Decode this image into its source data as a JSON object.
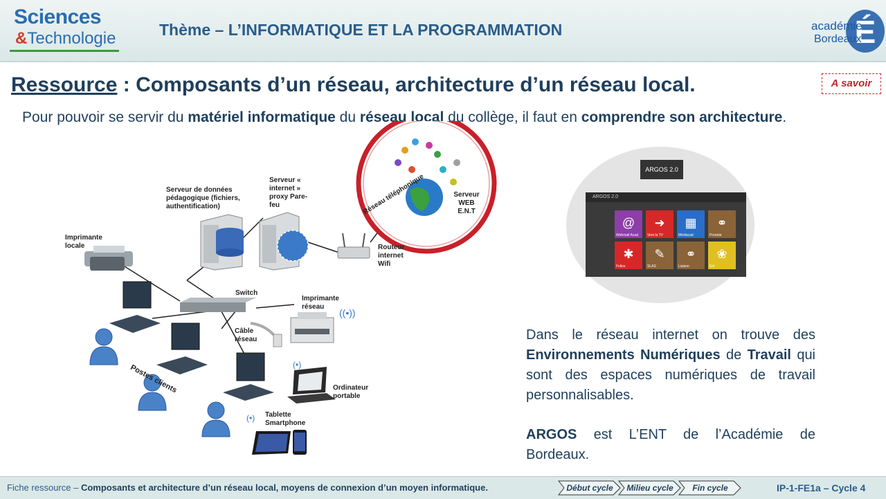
{
  "header": {
    "logo_line1": "Sciences",
    "logo_amp": "&",
    "logo_line2": "Technologie",
    "theme": "Thème – L’INFORMATIQUE ET LA PROGRAMMATION",
    "academy_line1": "académie",
    "academy_line2": "Bordeaux",
    "academy_letter": "É"
  },
  "title": {
    "prefix": "Ressource",
    "text": " : Composants d’un réseau, architecture d’un réseau local.",
    "badge": "A savoir"
  },
  "intro": {
    "p1": "Pour pouvoir se servir du ",
    "b1": "matériel informatique",
    "p2": " du ",
    "b2": "réseau local",
    "p3": " du collège, il faut en ",
    "b3": "comprendre son architecture",
    "p4": "."
  },
  "diagram": {
    "printer_local": "Imprimante locale",
    "data_server": "Serveur de données pédagogique (fichiers, authentification)",
    "internet_server": "Serveur « internet » proxy Pare-feu",
    "router": "Routeur internet Wifi",
    "telephone_network": "Réseau téléphonique",
    "web_server": "Serveur WEB E.N.T",
    "switch": "Switch",
    "printer_network": "Imprimante réseau",
    "cable": "Câble réseau",
    "clients": "Postes clients",
    "laptop": "Ordinateur portable",
    "tablet": "Tablette Smartphone"
  },
  "argos": {
    "badge": "ARGOS 2.0",
    "panel_title": "ARGOS 2.0",
    "tiles": [
      {
        "label": "Webmail Acad.",
        "icon": "@",
        "color": "#8e3ea8"
      },
      {
        "label": "Vers la TV",
        "icon": "➜",
        "color": "#d62828"
      },
      {
        "label": "Médiacad",
        "icon": "▦",
        "color": "#2a6dc8"
      },
      {
        "label": "Pronote",
        "icon": "⚭",
        "color": "#8a6338"
      },
      {
        "label": "Folios",
        "icon": "✱",
        "color": "#d62828"
      },
      {
        "label": "SLAS",
        "icon": "✎",
        "color": "#8a6338"
      },
      {
        "label": "Liaison",
        "icon": "⚭",
        "color": "#8a6338"
      },
      {
        "label": "Ent",
        "icon": "❀",
        "color": "#e0c020"
      }
    ]
  },
  "right_text": {
    "t1": "Dans le réseau internet on trouve des ",
    "b1": "Environnements Numériques",
    "t2": " de ",
    "b2": "Travail",
    "t3": " qui sont des espaces numériques de travail personnalisables.",
    "b3": "ARGOS",
    "t4": " est L’ENT de l’Académie de Bordeaux."
  },
  "footer": {
    "prefix": "Fiche ressource – ",
    "text": "Composants et architecture d’un réseau local, moyens de connexion d’un moyen informatique.",
    "cycles": [
      "Début cycle",
      "Milieu cycle",
      "Fin cycle"
    ],
    "code": "IP-1-FE1a – Cycle 4"
  }
}
